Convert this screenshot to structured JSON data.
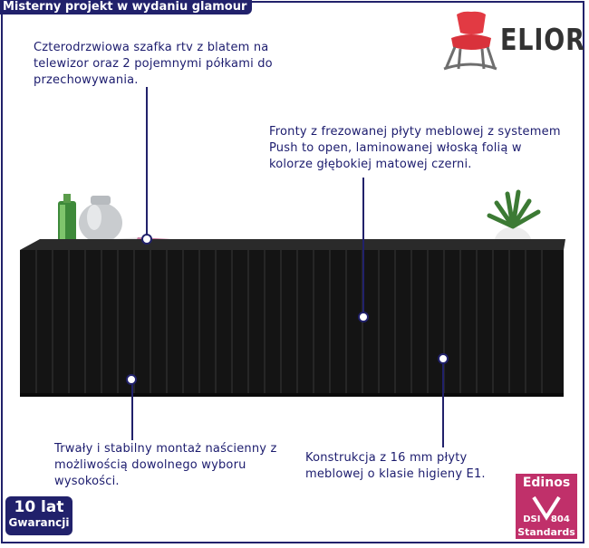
{
  "header": {
    "title": "Misterny projekt w wydaniu glamour"
  },
  "brand": {
    "name": "ELIOR"
  },
  "annotations": {
    "top_left": "Czterodrzwiowa szafka rtv z blatem na telewizor oraz 2 pojemnymi półkami do przechowywania.",
    "top_right": "Fronty z frezowanej płyty meblowej z systemem Push to open, laminowanej włoską folią w kolorze głębokiej matowej czerni.",
    "bottom_left": "Trwały i stabilny montaż naścienny z możliwością dowolnego wyboru wysokości.",
    "bottom_right": "Konstrukcja z 16 mm płyty meblowej o klasie higieny E1."
  },
  "warranty": {
    "years": "10 lat",
    "label": "Gwarancji"
  },
  "certificate": {
    "name": "Edinos",
    "code_left": "DSI",
    "code_right": "804",
    "standards": "Standards"
  },
  "colors": {
    "navy": "#21216b",
    "magenta": "#c0306a",
    "cabinet": "#141414"
  }
}
